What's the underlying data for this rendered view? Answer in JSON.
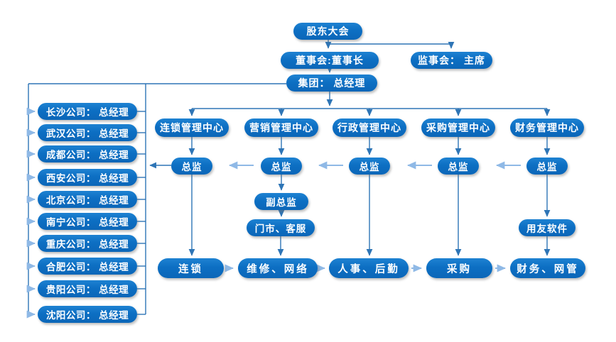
{
  "colors": {
    "node_fill": "#0D6FC3",
    "node_top_highlight": "#1E82D2",
    "connector": "#2E75B6",
    "light_arrow": "#8FB9E6",
    "background": "#FFFFFF",
    "text": "#FFFFFF"
  },
  "org": {
    "top": {
      "shareholders": "股东大会",
      "board": "董事会:董事长",
      "supervisory": "监事会： 主席",
      "group": "集团： 总经理"
    },
    "centers": [
      "连锁管理中心",
      "营销管理中心",
      "行政管理中心",
      "采购管理中心",
      "财务管理中心"
    ],
    "directors": [
      "总监",
      "总监",
      "总监",
      "总监",
      "总监"
    ],
    "marketing_branch": {
      "deputy": "副总监",
      "retail_service": "门市、客服"
    },
    "finance_branch": {
      "software": "用友软件"
    },
    "departments": [
      "连锁",
      "维修、网络",
      "人事、后勤",
      "采购",
      "财务、网管"
    ],
    "companies": [
      "长沙公司： 总经理",
      "武汉公司： 总经理",
      "成都公司： 总经理",
      "西安公司： 总经理",
      "北京公司： 总经理",
      "南宁公司： 总经理",
      "重庆公司： 总经理",
      "合肥公司： 总经理",
      "贵阳公司： 总经理",
      "沈阳公司： 总经理"
    ]
  }
}
